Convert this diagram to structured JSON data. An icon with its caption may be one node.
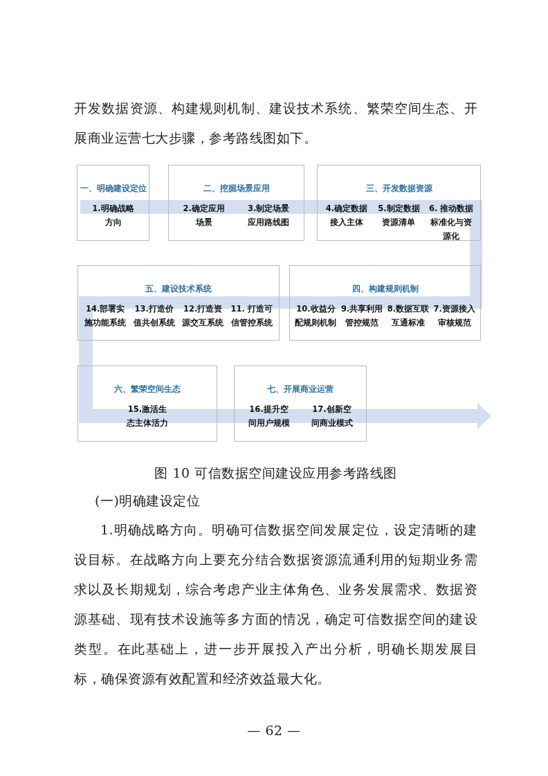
{
  "diagram": {
    "caption": "图 10 可信数据空间建设应用参考路线图",
    "nodes": [
      {
        "text": [
          "一、明确建设定位",
          "1.明确战略方向"
        ]
      },
      {
        "text": [
          "二、挖掘场景应用",
          "2.确定应用场景",
          "3.制定场景应用路线图"
        ]
      },
      {
        "text": [
          "三、开发数据资源",
          "4.确定数据接入主体",
          "5.制定数据资源清单",
          "6. 推动数据标准化与资源化"
        ]
      },
      {
        "text": [
          "五、建设技术系统",
          "14.部署实施功能系统",
          "13.打造价值共创系统",
          "12.打造资源交互系统",
          "11. 打造可信管控系统"
        ]
      },
      {
        "text": [
          "四、构建规则机制",
          "10.收益分配规则机制",
          "9.共享利用管控规范",
          "8.数据互联互通标准",
          "7.资源接入审核规范"
        ]
      },
      {
        "text": [
          "六、繁荣空间生态",
          "15.激活生态主体活力"
        ]
      },
      {
        "text": [
          "七、开展商业运营",
          "16.提升空间用户规模",
          "17.创新空间商业模式"
        ]
      }
    ],
    "labels": [
      "开发数据资源、构建规则机制、建设技术系统、繁荣空间生态、开展商业运营七大步骤，参考路线图如下。",
      "(一)明确建设定位",
      "1.明确战略方向。明确可信数据空间发展定位，设定清晰的建设目标。在战略方向上要充分结合数据资源流通利用的短期业务需求以及长期规划，综合考虑产业主体角色、业务发展需求、数据资源基础、现有技术设施等多方面的情况，确定可信数据空间的建设类型。在此基础上，进一步开展投入产出分析，明确长期发展目标，确保资源有效配置和经济效益最大化。",
      "— 62 —"
    ]
  }
}
